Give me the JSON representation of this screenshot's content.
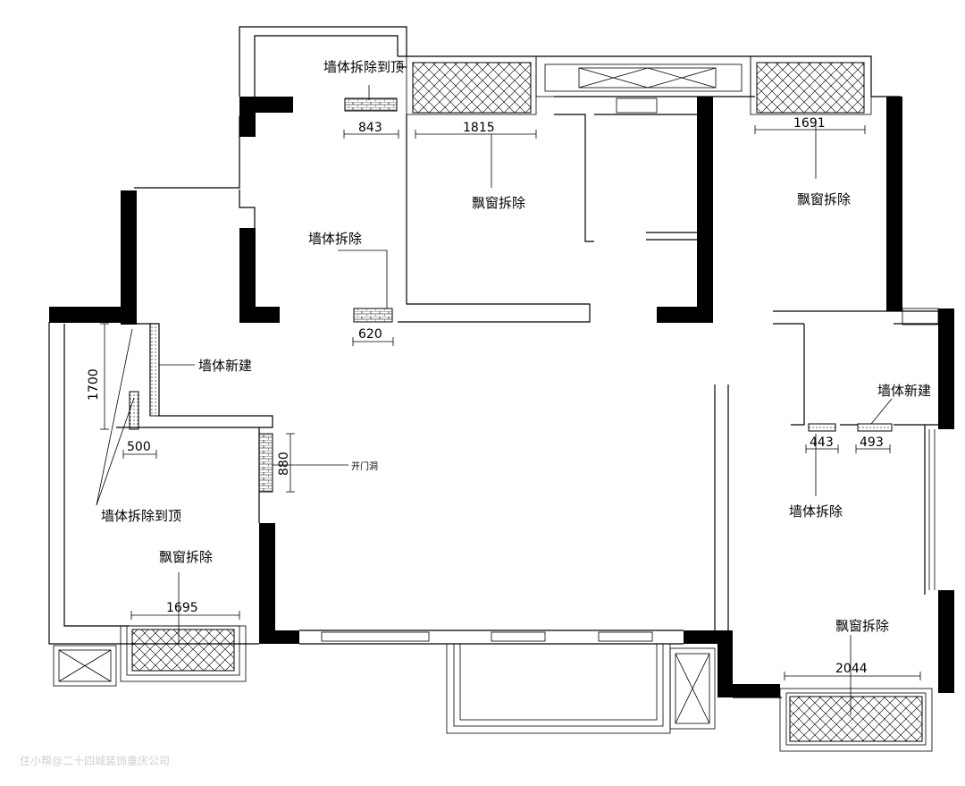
{
  "labels": {
    "wall_remove_to_ceiling_top": "墙体拆除到顶",
    "wall_remove_center": "墙体拆除",
    "bay_remove_top_center": "飘窗拆除",
    "bay_remove_top_right": "飘窗拆除",
    "wall_new_left": "墙体新建",
    "wall_new_right": "墙体新建",
    "door_opening": "开门洞",
    "wall_remove_to_ceiling_left": "墙体拆除到顶",
    "bay_remove_left": "飘窗拆除",
    "wall_remove_right": "墙体拆除",
    "bay_remove_bottom_right": "飘窗拆除"
  },
  "dimensions": {
    "d843": "843",
    "d1815": "1815",
    "d1691": "1691",
    "d620": "620",
    "d1700": "1700",
    "d500": "500",
    "d880": "880",
    "d443": "443",
    "d493": "493",
    "d1695": "1695",
    "d2044": "2044"
  },
  "watermark": "住小帮@二十四城装饰重庆公司"
}
